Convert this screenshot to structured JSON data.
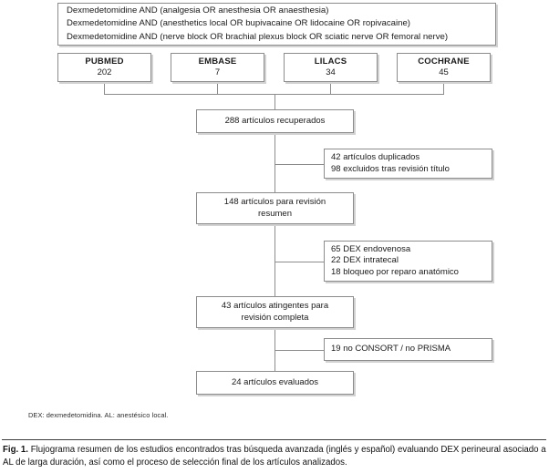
{
  "figure": {
    "query_box": {
      "lines": [
        "Dexmedetomidine AND (analgesia OR anesthesia OR anaesthesia)",
        "Dexmedetomidine AND (anesthetics local OR bupivacaine OR lidocaine OR ropivacaine)",
        "Dexmedetomidine AND (nerve block OR brachial plexus block OR sciatic nerve OR femoral nerve)"
      ]
    },
    "databases": [
      {
        "name": "PUBMED",
        "count": "202"
      },
      {
        "name": "EMBASE",
        "count": "7"
      },
      {
        "name": "LILACS",
        "count": "34"
      },
      {
        "name": "COCHRANE",
        "count": "45"
      }
    ],
    "stages": {
      "retrieved": {
        "lines": [
          "288 artículos recuperados"
        ]
      },
      "abstract_review": {
        "lines": [
          "148 artículos para revisión",
          "resumen"
        ]
      },
      "full_review": {
        "lines": [
          "43 artículos atingentes para",
          "revisión completa"
        ]
      },
      "evaluated": {
        "lines": [
          "24 artículos evaluados"
        ]
      }
    },
    "exclusions": {
      "first": {
        "lines": [
          "42 artículos duplicados",
          "98 excluidos tras revisión título"
        ]
      },
      "second": {
        "lines": [
          "65 DEX endovenosa",
          "22 DEX intratecal",
          "18 bloqueo por reparo anatómico"
        ]
      },
      "third": {
        "lines": [
          "19 no CONSORT / no PRISMA"
        ]
      }
    },
    "footnote": "DEX: dexmedetomidina. AL: anestésico local.",
    "caption": {
      "label": "Fig. 1.",
      "text": " Flujograma resumen de los estudios encontrados tras búsqueda avanzada (inglés y español) evaluando DEX perineural asociado a AL de larga duración, así como el proceso de selección final de los artículos analizados."
    },
    "colors": {
      "box_border": "#8c8c8c",
      "box_shadow": "#d2d2d2",
      "line": "#8c8c8c",
      "text": "#111111"
    }
  }
}
